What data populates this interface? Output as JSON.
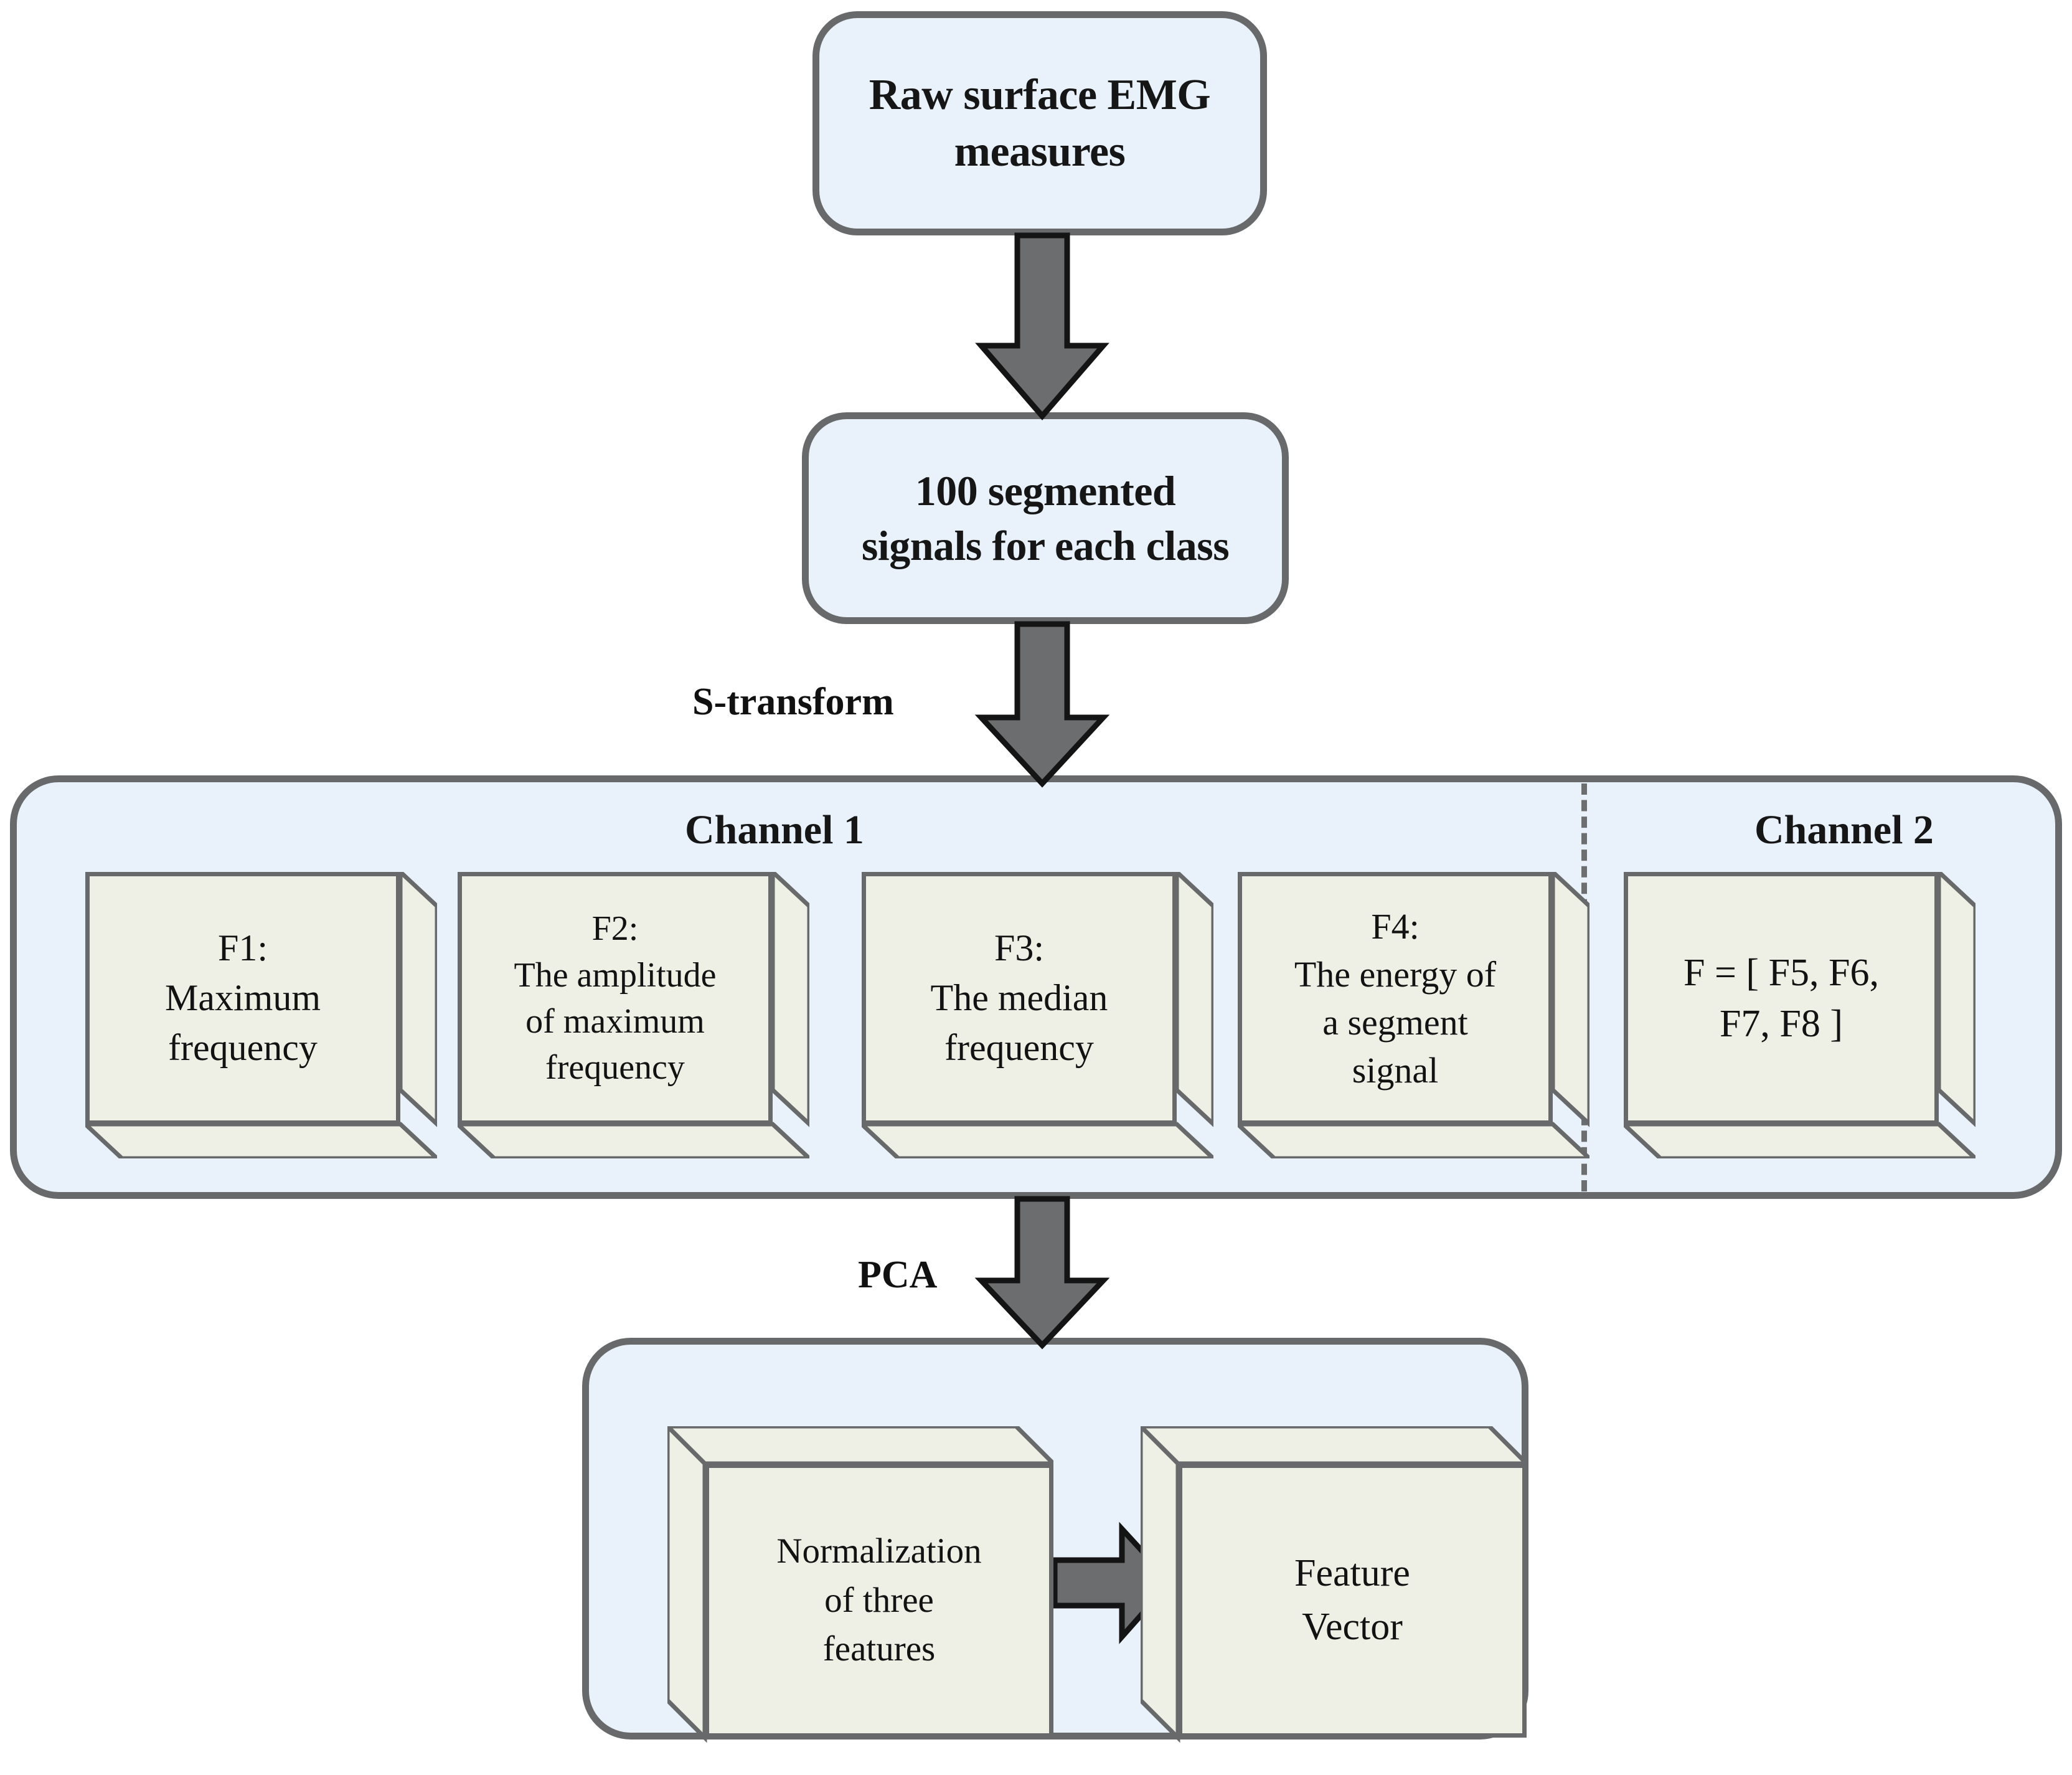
{
  "diagram": {
    "title": "EMG feature extraction pipeline flowchart",
    "colors": {
      "container_fill": "#e9f1fa",
      "container_stroke": "#67696a",
      "cube_fill": "#eef0e6",
      "cube_stroke": "#67696a",
      "arrow_fill": "#6b6d6e",
      "arrow_stroke": "#111111",
      "text": "#161616"
    },
    "nodes": {
      "raw": {
        "label": "Raw surface EMG\nmeasures",
        "line1": "Raw surface EMG",
        "line2": "measures"
      },
      "segmented": {
        "line1": "100 segmented",
        "line2": "signals  for each class"
      }
    },
    "edges": {
      "raw_to_segmented": {
        "label": ""
      },
      "segmented_to_channels": {
        "label": "S-transform"
      },
      "channels_to_bottom": {
        "label": "PCA"
      },
      "norm_to_vector": {
        "label": ""
      }
    },
    "channels": {
      "channel1": {
        "title": "Channel 1",
        "features": [
          {
            "id": "F1",
            "key": "F1:",
            "line1": "Maximum",
            "line2": "frequency",
            "line3": ""
          },
          {
            "id": "F2",
            "key": "F2:",
            "line1": "The amplitude",
            "line2": "of maximum",
            "line3": "frequency"
          },
          {
            "id": "F3",
            "key": "F3:",
            "line1": "The median",
            "line2": "frequency",
            "line3": ""
          },
          {
            "id": "F4",
            "key": "F4:",
            "line1": "The energy of",
            "line2": "a segment",
            "line3": "signal"
          }
        ]
      },
      "channel2": {
        "title": "Channel 2",
        "features": [
          {
            "id": "F",
            "line1": "F = [ F5, F6,",
            "line2": "F7, F8 ]"
          }
        ]
      }
    },
    "pca_stage": {
      "normalization": {
        "line1": "Normalization",
        "line2": "of three",
        "line3": "features"
      },
      "feature_vector": {
        "line1": "Feature",
        "line2": "Vector"
      }
    }
  }
}
